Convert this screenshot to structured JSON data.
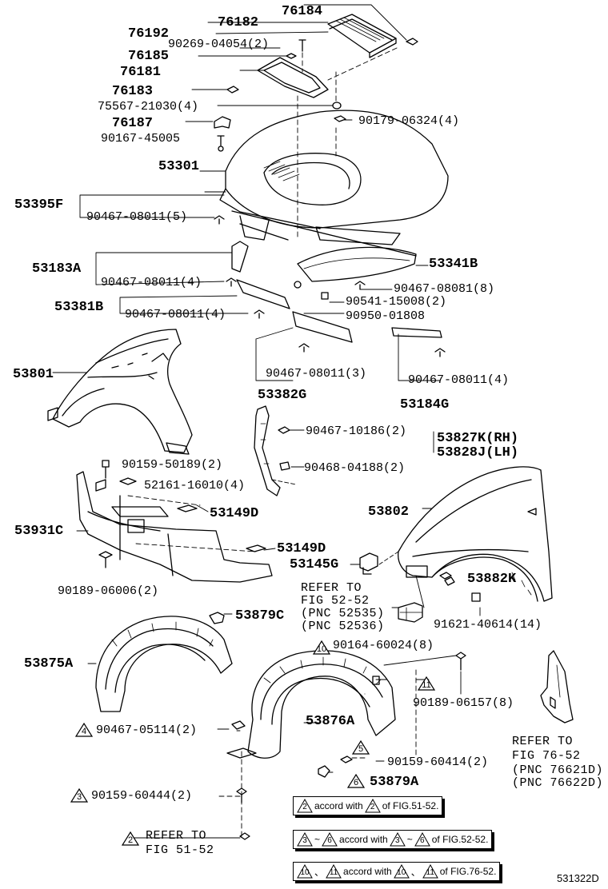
{
  "diagram_code": "531322D",
  "labels": {
    "p76184": "76184",
    "p76182": "76182",
    "p76192": "76192",
    "p9026904054": "90269-04054(2)",
    "p76185": "76185",
    "p76181": "76181",
    "p76183": "76183",
    "p7556721030": "75567-21030(4)",
    "p9017906324": "90179-06324(4)",
    "p76187": "76187",
    "p9016745005": "90167-45005",
    "p53301": "53301",
    "p53395f": "53395F",
    "p9046708011a": "90467-08011(5)",
    "p53183a": "53183A",
    "p9046708011b": "90467-08011(4)",
    "p53341b": "53341B",
    "p9046708081": "90467-08081(8)",
    "p9054115008": "90541-15008(2)",
    "p53381b": "53381B",
    "p9046708011c": "90467-08011(4)",
    "p9095001808": "90950-01808",
    "p53801": "53801",
    "p9046708011d": "90467-08011(3)",
    "p9046708011e": "90467-08011(4)",
    "p53382g": "53382G",
    "p53184g": "53184G",
    "p9046710186": "90467-10186(2)",
    "p53827k": "53827K(RH)",
    "p53828j": "53828J(LH)",
    "p9046804188": "90468-04188(2)",
    "p9015950189": "90159-50189(2)",
    "p5216116010": "52161-16010(4)",
    "p53149d1": "53149D",
    "p53802": "53802",
    "p53931c": "53931C",
    "p53149d2": "53149D",
    "p53145g": "53145G",
    "p53882k": "53882K",
    "p9018906006": "90189-06006(2)",
    "ref5252_1": "REFER TO",
    "ref5252_2": "FIG 52-52",
    "ref5252_3": "(PNC 52535)",
    "ref5252_4": "(PNC 52536)",
    "p9162140614": "91621-40614(14)",
    "p53879c": "53879C",
    "p9016460024": "90164-60024(8)",
    "p53875a": "53875A",
    "p9018906157": "90189-06157(8)",
    "p53876a": "53876A",
    "p9046705114": "90467-05114(2)",
    "p9015960414": "90159-60414(2)",
    "p53879a": "53879A",
    "p9015960444": "90159-60444(2)",
    "ref5152_1": "REFER TO",
    "ref5152_2": "FIG 51-52",
    "ref7652_1": "REFER TO",
    "ref7652_2": "FIG 76-52",
    "ref7652_3": "(PNC 76621D)",
    "ref7652_4": "(PNC 76622D)"
  },
  "triangles": {
    "t10": "10",
    "t11": "11",
    "t4": "4",
    "t5": "5",
    "t6": "6",
    "t3": "3",
    "t2": "2"
  },
  "legend": {
    "row1": {
      "a": "2",
      "text1": "accord with",
      "b": "2",
      "text2": "of FIG.51-52."
    },
    "row2": {
      "a": "3",
      "tilde1": "~",
      "b": "6",
      "text1": "accord with",
      "c": "3",
      "tilde2": "~",
      "d": "6",
      "text2": "of FIG.52-52."
    },
    "row3": {
      "a": "10",
      "sep1": "、",
      "b": "11",
      "text1": "accord with",
      "c": "10",
      "sep2": "、",
      "d": "11",
      "text2": "of FIG.76-52."
    }
  }
}
